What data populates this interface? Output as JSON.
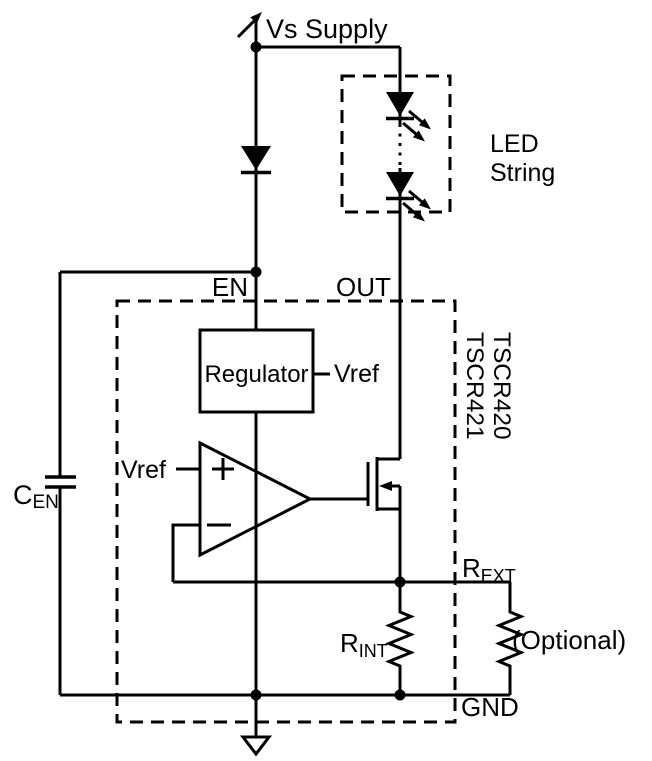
{
  "schematic": {
    "part_numbers": {
      "right_column": "TSCR420",
      "left_column": "TSCR421"
    },
    "labels": {
      "supply": "Vs Supply",
      "en": "EN",
      "out": "OUT",
      "led_string": {
        "line1": "LED",
        "line2": "String"
      },
      "regulator": "Regulator",
      "vref_regulator": "Vref",
      "vref_opamp": "Vref",
      "cap": {
        "main": "C",
        "sub": "EN"
      },
      "rext": {
        "main": "R",
        "sub": "EXT"
      },
      "rint": {
        "main": "R",
        "sub": "INT"
      },
      "optional": "(Optional)",
      "gnd": "GND"
    },
    "icons": {
      "supply_arrow": "arrow-up-right",
      "diode": "diode-down",
      "led": "led-down-with-emission-arrows",
      "opamp": "op-amp-triangle",
      "opamp_plus": "plus",
      "opamp_minus": "minus",
      "mosfet": "nmos-transistor",
      "capacitor": "capacitor-plates",
      "resistor": "zigzag-resistor",
      "ground": "open-triangle-ground",
      "junction": "solder-dot"
    },
    "colors": {
      "stroke": "#000000",
      "background": "#ffffff"
    }
  }
}
